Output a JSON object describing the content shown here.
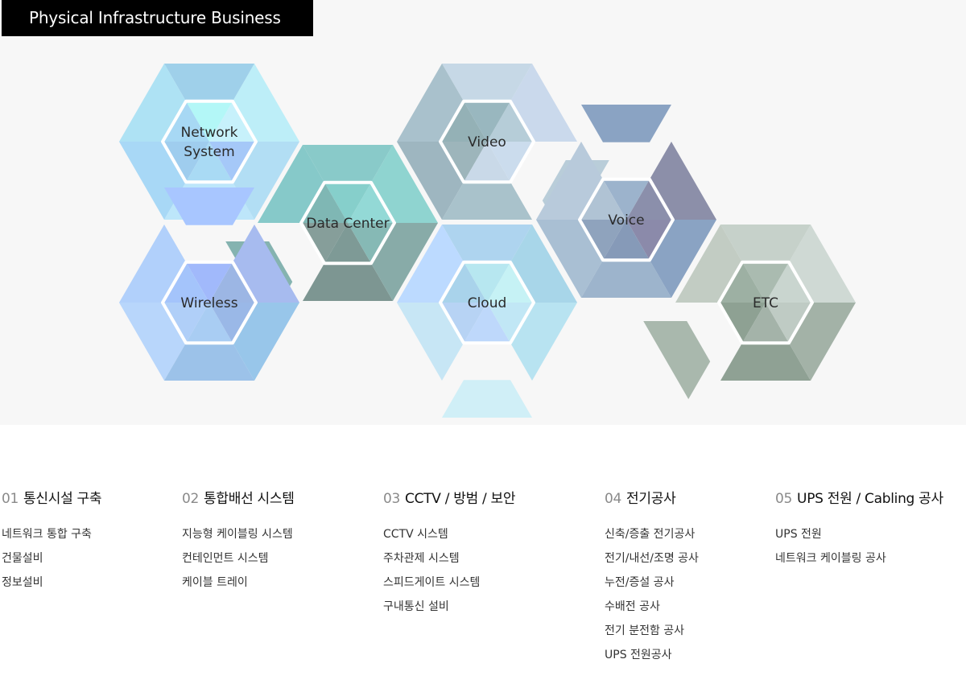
{
  "header": {
    "title": "Physical Infrastructure Business"
  },
  "diagram": {
    "nodes": [
      {
        "label": [
          "Network",
          "System"
        ],
        "colors": [
          "#bdeef8",
          "#9fd0ea",
          "#aee2f4",
          "#a8d8f6",
          "#bde6fa",
          "#b2def4"
        ],
        "inner": [
          "#c7f1fb",
          "#b3f7f7",
          "#a7d8f4",
          "#9fcdee",
          "#a9daf4",
          "#a5c8f8"
        ]
      },
      {
        "label": [
          "Data Center"
        ],
        "colors": [
          "#8fd4d0",
          "#89cac9",
          "#86c9c9",
          "#85b3b0",
          "#7d9692",
          "#88aba8"
        ],
        "inner": [
          "#93d9d6",
          "#86cfcb",
          "#7fb7b4",
          "#869e9a",
          "#7e9a96",
          "#86b9b5"
        ]
      },
      {
        "label": [
          "Wireless"
        ],
        "colors": [
          "#a7bbef",
          "#a8c6ff",
          "#b1d0fb",
          "#b8d6fb",
          "#9cc2e9",
          "#98c6ea"
        ],
        "inner": [
          "#9cb6e4",
          "#a1b9fb",
          "#a4c4fb",
          "#b0cff8",
          "#a9cdf3",
          "#9ab8e7"
        ]
      },
      {
        "label": [
          "Video"
        ],
        "colors": [
          "#cad9ec",
          "#c6d8e6",
          "#a9c1cc",
          "#9eb6c0",
          "#a9c2cb",
          "#b9cdd9"
        ],
        "inner": [
          "#b6cdd8",
          "#99b7bf",
          "#94b1b6",
          "#9db5bb",
          "#c9d9e8",
          "#cbdced"
        ]
      },
      {
        "label": [
          "Cloud"
        ],
        "colors": [
          "#a8d6e9",
          "#aed4ef",
          "#bcdaff",
          "#c7e6f5",
          "#d0eff7",
          "#b8e3f1"
        ],
        "inner": [
          "#c6f2f5",
          "#b7e7f0",
          "#a9d3eb",
          "#b7d3f4",
          "#bed8fb",
          "#c1e7f5"
        ]
      },
      {
        "label": [
          "Voice"
        ],
        "colors": [
          "#8c8fa9",
          "#8aa3c3",
          "#b8cadb",
          "#a9bfd3",
          "#9db4cc",
          "#8aa3c3"
        ],
        "inner": [
          "#8b8fab",
          "#9cb3cc",
          "#b0c3d4",
          "#8fa3bd",
          "#869ab8",
          "#8b8aaa"
        ]
      },
      {
        "label": [
          "ETC"
        ],
        "colors": [
          "#cfd9d4",
          "#c6d1ca",
          "#c2ccc3",
          "#a9b8ad",
          "#8fa194",
          "#a3b2a7"
        ],
        "inner": [
          "#c9d5cf",
          "#aabbb0",
          "#9db0a3",
          "#8ea193",
          "#a4b3a9",
          "#bfcbc4"
        ]
      }
    ]
  },
  "categories": [
    {
      "num": "01",
      "title": "통신시설 구축",
      "items": [
        "네트워크 통합 구축",
        "건물설비",
        "정보설비"
      ]
    },
    {
      "num": "02",
      "title": "통합배선 시스템",
      "items": [
        "지능형 케이블링 시스템",
        "컨테인먼트 시스템",
        "케이블 트레이"
      ]
    },
    {
      "num": "03",
      "title": "CCTV / 방범 / 보안",
      "items": [
        "CCTV 시스템",
        "주차관제 시스템",
        "스피드게이트 시스템",
        "구내통신 설비"
      ]
    },
    {
      "num": "04",
      "title": "전기공사",
      "items": [
        "신축/증출 전기공사",
        "전기/내선/조명 공사",
        "누전/증설 공사",
        "수배전 공사",
        "전기 분전함 공사",
        "UPS 전원공사"
      ]
    },
    {
      "num": "05",
      "title": "UPS 전원 / Cabling 공사",
      "items": [
        "UPS 전원",
        "네트워크 케이블링 공사"
      ]
    }
  ]
}
